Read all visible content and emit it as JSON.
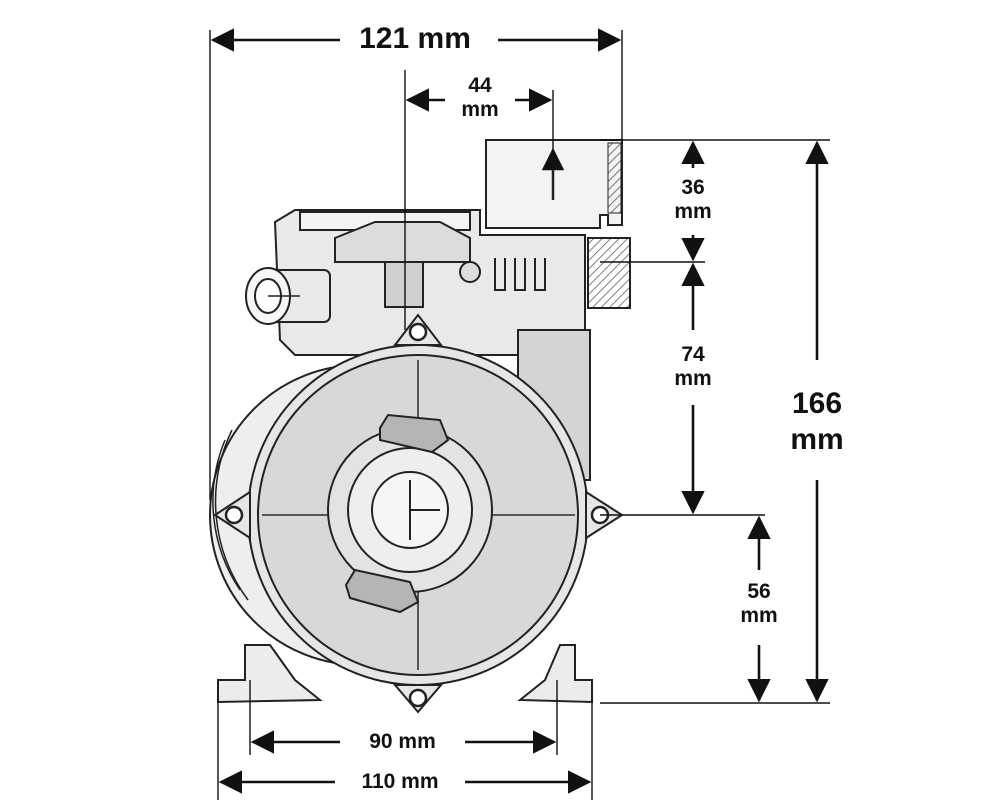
{
  "dimensions": {
    "overall_width": "121 mm",
    "outlet_offset": {
      "value": "44",
      "unit": "mm"
    },
    "outlet_height": {
      "value": "36",
      "unit": "mm"
    },
    "outlet_to_center": {
      "value": "74",
      "unit": "mm"
    },
    "total_height": {
      "value": "166",
      "unit": "mm"
    },
    "center_height": {
      "value": "56",
      "unit": "mm"
    },
    "foot_hole_spacing": "90 mm",
    "base_width": "110 mm"
  },
  "colors": {
    "line": "#111111",
    "body_fill": "#d8d8d8",
    "housing_fill": "#e9e9e9",
    "accent": "#c0392b"
  }
}
